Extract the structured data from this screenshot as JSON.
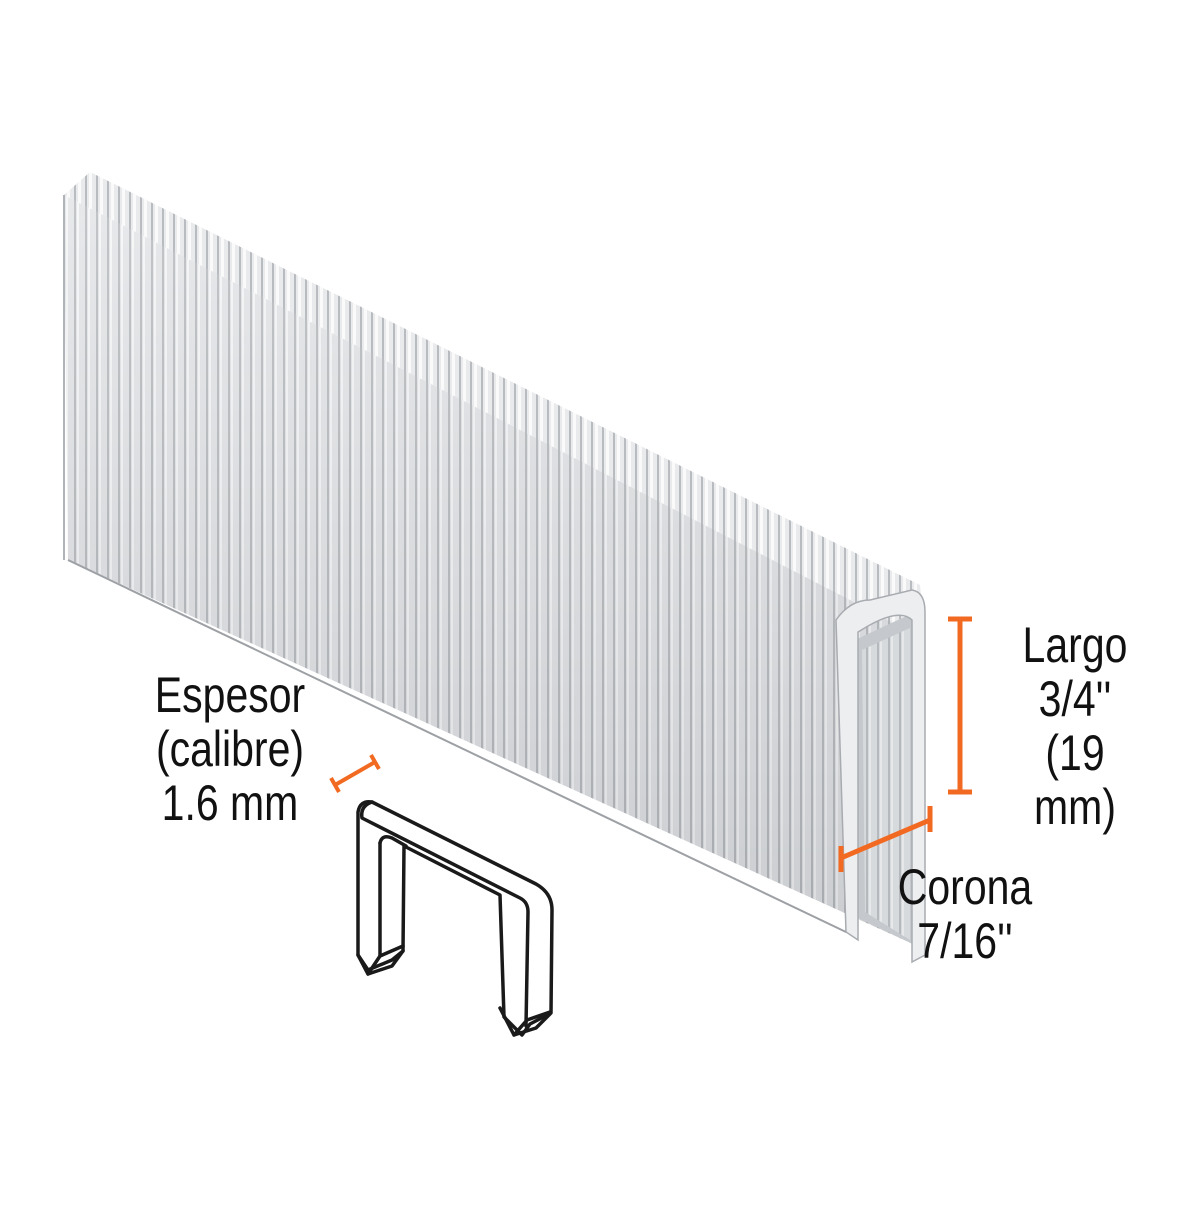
{
  "colors": {
    "background": "#ffffff",
    "accent_dimension": "#f26a21",
    "text": "#111111",
    "staple_light": "#e6e7e9",
    "staple_mid": "#c9cbce",
    "staple_dark": "#9a9da2",
    "outline": "#1a1a1a"
  },
  "annotations": {
    "largo": {
      "title": "Largo",
      "value": "3/4''",
      "metric": "(19 mm)"
    },
    "corona": {
      "title": "Corona",
      "value": "7/16''"
    },
    "espesor": {
      "title": "Espesor",
      "subtitle": "(calibre)",
      "value": "1.6 mm"
    }
  },
  "illustrations": {
    "staple_strip": "staple-strip-photo",
    "single_staple": "single-staple-outline-drawing"
  }
}
